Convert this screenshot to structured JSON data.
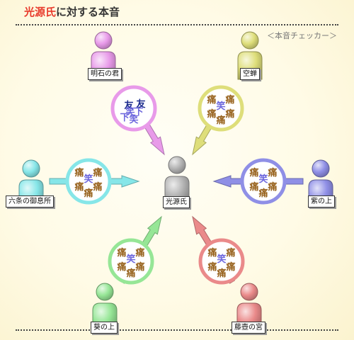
{
  "title": {
    "highlight": "光源氏",
    "rest": "に対する本音"
  },
  "subtitle": "＜本音チェッカー＞",
  "center": {
    "name": "光源氏",
    "color": "#b4b4b4"
  },
  "people": [
    {
      "name": "明石の君",
      "color": "#e89ae9",
      "chars": [
        {
          "t": "友",
          "c": "#1a2a8c"
        },
        {
          "t": "友",
          "c": "#1a2a8c"
        },
        {
          "t": "笑",
          "c": "#6c66dd"
        },
        {
          "t": "下",
          "c": "#6c66dd"
        },
        {
          "t": "下",
          "c": "#6c66dd"
        },
        {
          "t": "笑",
          "c": "#6c66dd"
        }
      ]
    },
    {
      "name": "空蝉",
      "color": "#dede7a",
      "chars": [
        {
          "t": "痛",
          "c": "#96601a"
        },
        {
          "t": "痛",
          "c": "#96601a"
        },
        {
          "t": "笑",
          "c": "#6c66dd"
        },
        {
          "t": "痛",
          "c": "#96601a"
        },
        {
          "t": "痛",
          "c": "#96601a"
        },
        {
          "t": "痛",
          "c": "#96601a"
        }
      ]
    },
    {
      "name": "六条の御息所",
      "color": "#86e6e8",
      "chars": [
        {
          "t": "痛",
          "c": "#96601a"
        },
        {
          "t": "痛",
          "c": "#96601a"
        },
        {
          "t": "笑",
          "c": "#6c66dd"
        },
        {
          "t": "痛",
          "c": "#96601a"
        },
        {
          "t": "痛",
          "c": "#96601a"
        },
        {
          "t": "痛",
          "c": "#96601a"
        }
      ]
    },
    {
      "name": "紫の上",
      "color": "#8f8fe6",
      "chars": [
        {
          "t": "痛",
          "c": "#96601a"
        },
        {
          "t": "痛",
          "c": "#96601a"
        },
        {
          "t": "笑",
          "c": "#6c66dd"
        },
        {
          "t": "痛",
          "c": "#96601a"
        },
        {
          "t": "痛",
          "c": "#96601a"
        },
        {
          "t": "痛",
          "c": "#96601a"
        }
      ]
    },
    {
      "name": "葵の上",
      "color": "#96e696",
      "chars": [
        {
          "t": "痛",
          "c": "#96601a"
        },
        {
          "t": "痛",
          "c": "#96601a"
        },
        {
          "t": "笑",
          "c": "#6c66dd"
        },
        {
          "t": "痛",
          "c": "#96601a"
        },
        {
          "t": "痛",
          "c": "#96601a"
        },
        {
          "t": "痛",
          "c": "#96601a"
        }
      ]
    },
    {
      "name": "藤壺の宮",
      "color": "#ea8a8a",
      "chars": [
        {
          "t": "痛",
          "c": "#96601a"
        },
        {
          "t": "痛",
          "c": "#96601a"
        },
        {
          "t": "笑",
          "c": "#6c66dd"
        },
        {
          "t": "痛",
          "c": "#96601a"
        },
        {
          "t": "痛",
          "c": "#96601a"
        },
        {
          "t": "痛",
          "c": "#96601a"
        }
      ]
    }
  ]
}
